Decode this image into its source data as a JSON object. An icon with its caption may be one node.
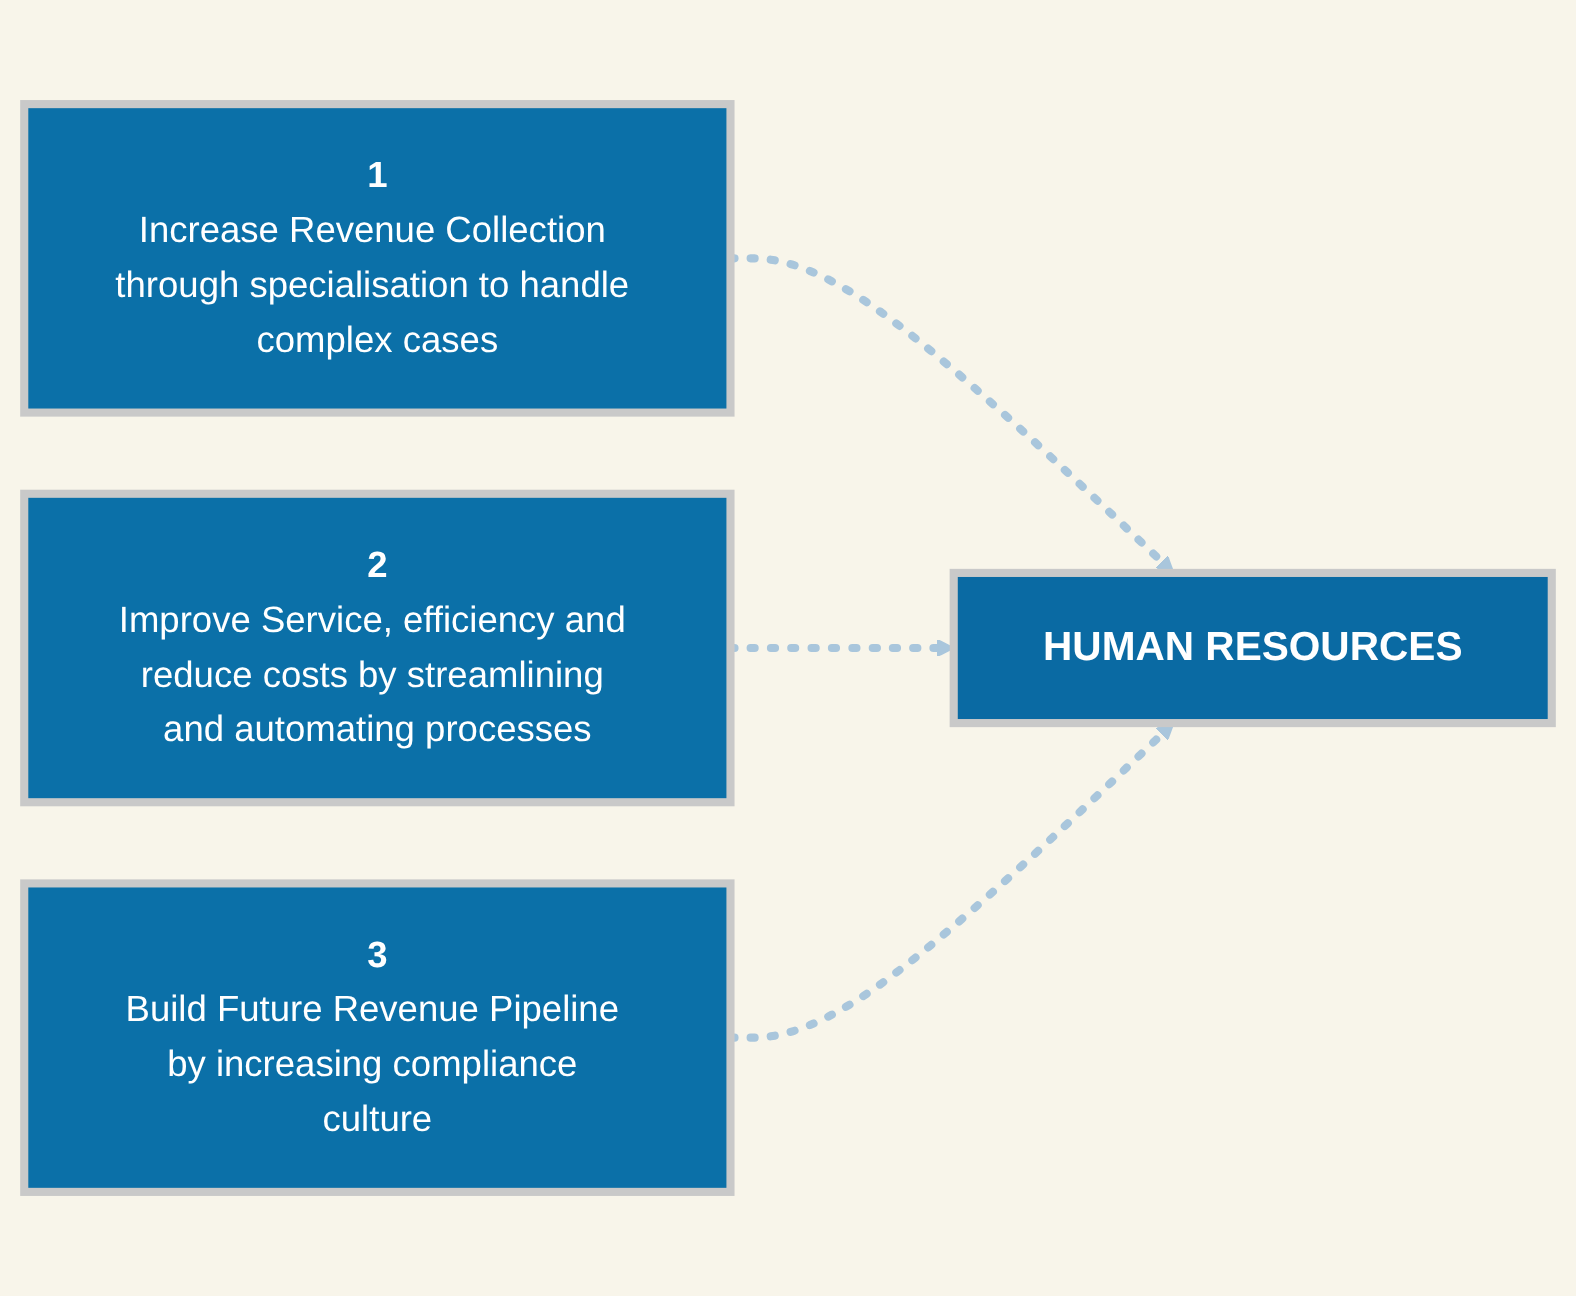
{
  "diagram": {
    "nodes": [
      {
        "text": [
          "1",
          "Increase Revenue Collection through specialisation to handle complex cases"
        ]
      },
      {
        "text": [
          "2",
          "Improve Service, efficiency and reduce costs by streamlining and automating processes"
        ]
      },
      {
        "text": [
          "3",
          "Build Future Revenue Pipeline by increasing compliance culture"
        ]
      },
      {
        "text": [
          "HUMAN RESOURCES"
        ]
      }
    ],
    "edges": [
      {
        "from": 0,
        "to": 3,
        "arrow": "to",
        "style": "dashed"
      },
      {
        "from": 1,
        "to": 3,
        "arrow": "to",
        "style": "dashed"
      },
      {
        "from": 2,
        "to": 3,
        "arrow": "to",
        "style": "dashed"
      }
    ]
  }
}
